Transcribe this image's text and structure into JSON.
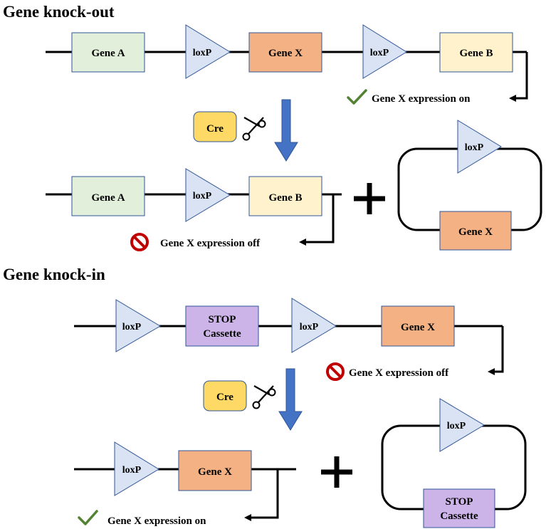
{
  "knockout": {
    "title": "Gene knock-out",
    "gene_a": "Gene A",
    "gene_x": "Gene X",
    "gene_b": "Gene B",
    "loxp": "loxP",
    "expression_on": "Gene X expression on",
    "cre": "Cre",
    "expression_off": "Gene X expression off",
    "plus": "+"
  },
  "knockin": {
    "title": "Gene knock-in",
    "loxp": "loxP",
    "stop_line1": "STOP",
    "stop_line2": "Cassette",
    "gene_x": "Gene X",
    "expression_off": "Gene X expression off",
    "cre": "Cre",
    "expression_on": "Gene X expression on",
    "plus": "+"
  },
  "colors": {
    "gene_a": "#e2efda",
    "gene_x": "#f4b183",
    "gene_b": "#fff2cc",
    "loxp": "#dae3f3",
    "stop": "#cdb4e8",
    "cre": "#ffd966",
    "arrow": "#2f5597",
    "check": "#548235",
    "no": "#c00000",
    "border": "#2f5597"
  }
}
